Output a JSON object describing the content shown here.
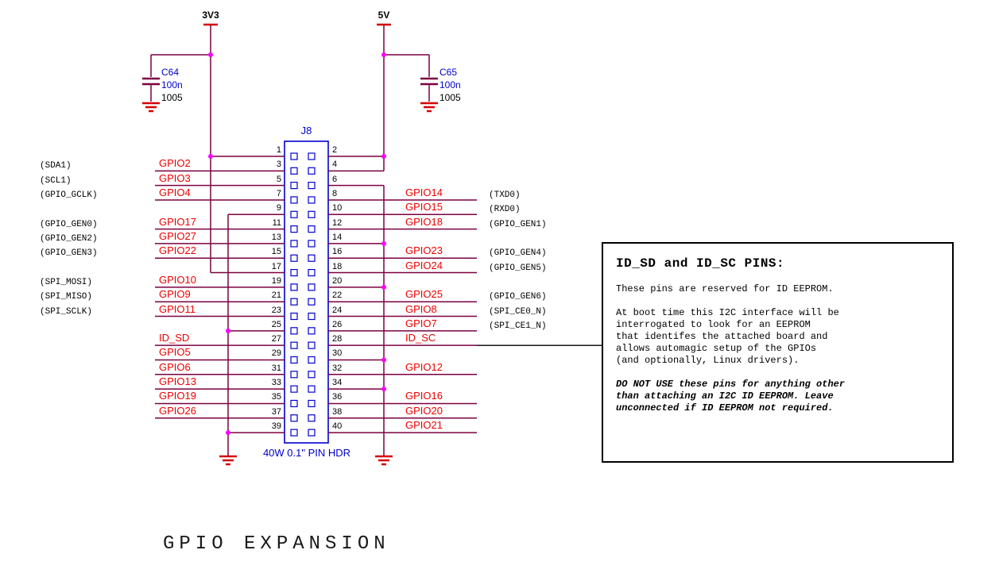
{
  "sheet_title": "GPIO EXPANSION",
  "connector": {
    "ref": "J8",
    "type_label": "40W 0.1\" PIN HDR"
  },
  "power": {
    "rail_3v3": "3V3",
    "rail_5v": "5V"
  },
  "capacitors": [
    {
      "ref": "C64",
      "value": "100n",
      "size": "1005"
    },
    {
      "ref": "C65",
      "value": "100n",
      "size": "1005"
    }
  ],
  "rows": [
    {
      "left": {
        "pin": "1",
        "net": "3v3"
      },
      "right": {
        "pin": "2",
        "net": "5v_mid"
      }
    },
    {
      "left": {
        "pin": "3",
        "label": "GPIO2",
        "ann": "(SDA1)"
      },
      "right": {
        "pin": "4",
        "net": "5v_end"
      }
    },
    {
      "left": {
        "pin": "5",
        "label": "GPIO3",
        "ann": "(SCL1)"
      },
      "right": {
        "pin": "6",
        "net": "gnd_start"
      }
    },
    {
      "left": {
        "pin": "7",
        "label": "GPIO4",
        "ann": "(GPIO_GCLK)"
      },
      "right": {
        "pin": "8",
        "label": "GPIO14",
        "ann": "(TXD0)"
      }
    },
    {
      "left": {
        "pin": "9",
        "net": "gnd_start"
      },
      "right": {
        "pin": "10",
        "label": "GPIO15",
        "ann": "(RXD0)"
      }
    },
    {
      "left": {
        "pin": "11",
        "label": "GPIO17",
        "ann": "(GPIO_GEN0)"
      },
      "right": {
        "pin": "12",
        "label": "GPIO18",
        "ann": "(GPIO_GEN1)"
      }
    },
    {
      "left": {
        "pin": "13",
        "label": "GPIO27",
        "ann": "(GPIO_GEN2)"
      },
      "right": {
        "pin": "14",
        "net": "gnd_mid"
      }
    },
    {
      "left": {
        "pin": "15",
        "label": "GPIO22",
        "ann": "(GPIO_GEN3)"
      },
      "right": {
        "pin": "16",
        "label": "GPIO23",
        "ann": "(GPIO_GEN4)"
      }
    },
    {
      "left": {
        "pin": "17",
        "net": "3v3_end"
      },
      "right": {
        "pin": "18",
        "label": "GPIO24",
        "ann": "(GPIO_GEN5)"
      }
    },
    {
      "left": {
        "pin": "19",
        "label": "GPIO10",
        "ann": "(SPI_MOSI)"
      },
      "right": {
        "pin": "20",
        "net": "gnd_mid"
      }
    },
    {
      "left": {
        "pin": "21",
        "label": "GPIO9",
        "ann": "(SPI_MISO)"
      },
      "right": {
        "pin": "22",
        "label": "GPIO25",
        "ann": "(GPIO_GEN6)"
      }
    },
    {
      "left": {
        "pin": "23",
        "label": "GPIO11",
        "ann": "(SPI_SCLK)"
      },
      "right": {
        "pin": "24",
        "label": "GPIO8",
        "ann": "(SPI_CE0_N)"
      }
    },
    {
      "left": {
        "pin": "25",
        "net": "gnd_mid"
      },
      "right": {
        "pin": "26",
        "label": "GPIO7",
        "ann": "(SPI_CE1_N)"
      }
    },
    {
      "left": {
        "pin": "27",
        "label": "ID_SD"
      },
      "right": {
        "pin": "28",
        "label": "ID_SC",
        "callout": true
      }
    },
    {
      "left": {
        "pin": "29",
        "label": "GPIO5"
      },
      "right": {
        "pin": "30",
        "net": "gnd_mid"
      }
    },
    {
      "left": {
        "pin": "31",
        "label": "GPIO6"
      },
      "right": {
        "pin": "32",
        "label": "GPIO12"
      }
    },
    {
      "left": {
        "pin": "33",
        "label": "GPIO13"
      },
      "right": {
        "pin": "34",
        "net": "gnd_mid"
      }
    },
    {
      "left": {
        "pin": "35",
        "label": "GPIO19"
      },
      "right": {
        "pin": "36",
        "label": "GPIO16"
      }
    },
    {
      "left": {
        "pin": "37",
        "label": "GPIO26"
      },
      "right": {
        "pin": "38",
        "label": "GPIO20"
      }
    },
    {
      "left": {
        "pin": "39",
        "net": "gnd_end"
      },
      "right": {
        "pin": "40",
        "label": "GPIO21"
      }
    }
  ],
  "note": {
    "title": "ID_SD and ID_SC PINS:",
    "p1": "These pins are reserved for ID EEPROM.",
    "p2": "At boot time this I2C interface will be\ninterrogated to look for an EEPROM\nthat identifes the attached board and\nallows automagic setup of the GPIOs\n(and optionally, Linux drivers).",
    "p3": "DO NOT USE these pins for anything other\nthan attaching an I2C ID EEPROM. Leave\nunconnected if ID EEPROM not required."
  }
}
